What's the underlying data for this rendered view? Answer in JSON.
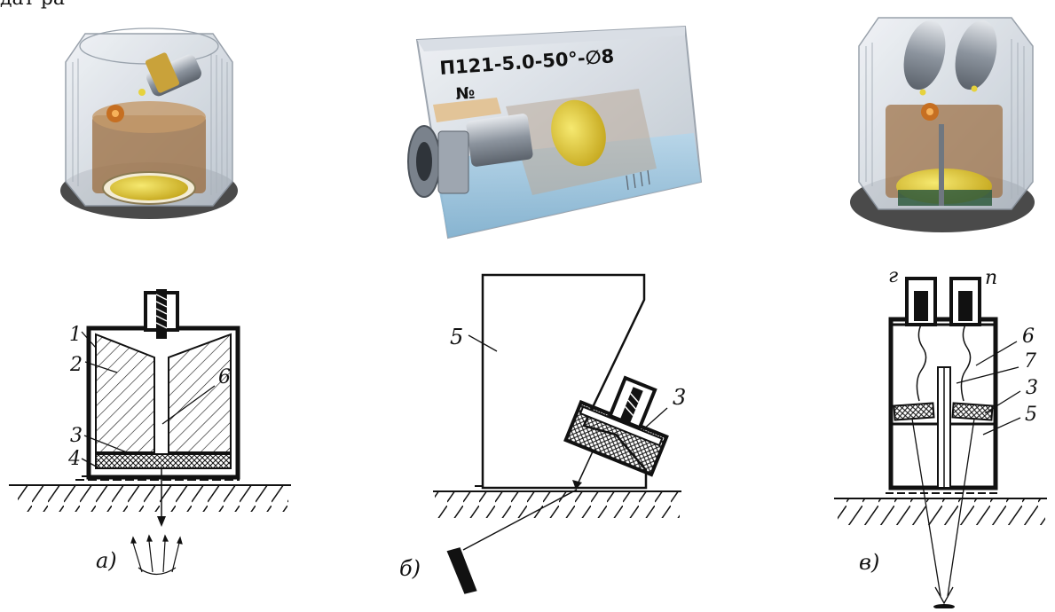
{
  "top_text": "дат        ра",
  "probe_label": "П121-5.0-50°-∅8",
  "serial_mark": "№",
  "panels": [
    {
      "caption": "а)",
      "labels": [
        "1",
        "2",
        "3",
        "4",
        "6"
      ]
    },
    {
      "caption": "б)",
      "labels": [
        "5",
        "3"
      ]
    },
    {
      "caption": "в)",
      "labels": [
        "г",
        "п",
        "6",
        "7",
        "3",
        "5"
      ]
    }
  ],
  "colors": {
    "ink": "#111111",
    "housing": "#c9cfd8",
    "brass": "#c9a23a",
    "crystal": "#e8d43a",
    "water": "#9cc3dd",
    "wood": "#b68a5a"
  }
}
